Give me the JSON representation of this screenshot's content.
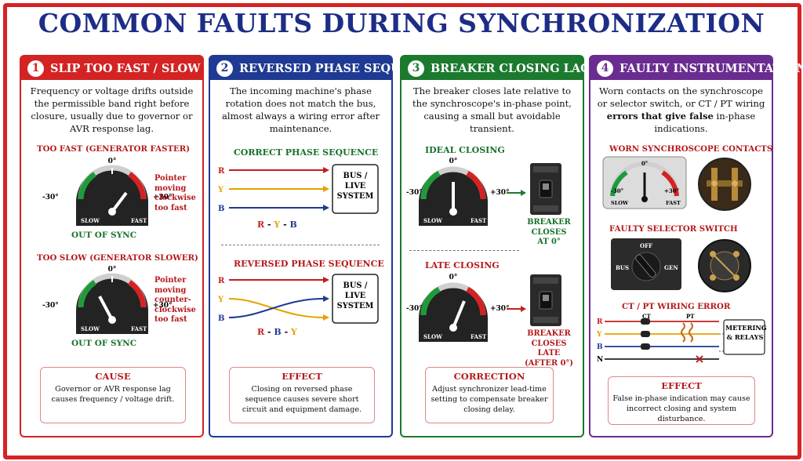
{
  "title": "COMMON FAULTS DURING SYNCHRONIZATION",
  "colors": {
    "border": "#d32323",
    "title": "#1d2d86",
    "p1": "#d32323",
    "p2": "#1f3a93",
    "p3": "#1b7a2e",
    "p4": "#6a2c91"
  },
  "panel1": {
    "num": "1",
    "heading": "SLIP TOO FAST / SLOW",
    "intro": "Frequency or voltage drifts outside the permissible band right before closure, usually due to governor or AVR response lag.",
    "fast_title": "TOO FAST (GENERATOR FASTER)",
    "fast_note": "Pointer moving clockwise too fast",
    "fast_status": "OUT OF SYNC",
    "slow_title": "TOO SLOW (GENERATOR SLOWER)",
    "slow_note": "Pointer moving counter-clockwise too fast",
    "slow_status": "OUT OF SYNC",
    "box_title": "CAUSE",
    "box_body": "Governor or AVR response lag causes frequency / voltage drift."
  },
  "panel2": {
    "num": "2",
    "heading": "REVERSED PHASE SEQUENCE",
    "intro": "The incoming machine's phase rotation does not match the bus, almost always a wiring error after maintenance.",
    "correct_title": "CORRECT PHASE SEQUENCE",
    "reversed_title": "REVERSED PHASE SEQUENCE",
    "phase_r": "R",
    "phase_y": "Y",
    "phase_b": "B",
    "bus_label": "BUS / LIVE SYSTEM",
    "correct_seq": {
      "p1": "R",
      "p2": "Y",
      "p3": "B"
    },
    "reversed_seq": {
      "p1": "R",
      "p2": "B",
      "p3": "Y"
    },
    "sep": "-",
    "box_title": "EFFECT",
    "box_body": "Closing on reversed phase sequence causes severe short circuit and equipment damage."
  },
  "panel3": {
    "num": "3",
    "heading": "BREAKER CLOSING LAG",
    "intro": "The breaker closes late relative to the synchroscope's in-phase point, causing a small but avoidable transient.",
    "ideal_title": "IDEAL CLOSING",
    "ideal_note": "BREAKER CLOSES AT 0°",
    "late_title": "LATE CLOSING",
    "late_note": "BREAKER CLOSES LATE (AFTER 0°)",
    "box_title": "CORRECTION",
    "box_body": "Adjust synchronizer lead-time setting to compensate breaker closing delay."
  },
  "panel4": {
    "num": "4",
    "heading": "FAULTY INSTRUMENTATION",
    "intro_a": "Worn contacts on the synchroscope or selector switch, or CT / PT wiring ",
    "intro_b": "errors that give false",
    "intro_c": " in-phase indications.",
    "worn_title": "WORN SYNCHROSCOPE CONTACTS",
    "selector_title": "FAULTY SELECTOR SWITCH",
    "sel_off": "OFF",
    "sel_bus": "BUS",
    "sel_gen": "GEN",
    "ctpt_title": "CT / PT WIRING ERROR",
    "ct": "CT",
    "pt": "PT",
    "wires": {
      "r": "R",
      "y": "Y",
      "b": "B",
      "n": "N"
    },
    "meter_label": "METERING & RELAYS",
    "box_title": "EFFECT",
    "box_body": "False in-phase indication may cause incorrect closing and system disturbance."
  },
  "gauge": {
    "zero": "0°",
    "minus": "-30°",
    "plus": "+30°",
    "slow": "SLOW",
    "fast": "FAST"
  }
}
